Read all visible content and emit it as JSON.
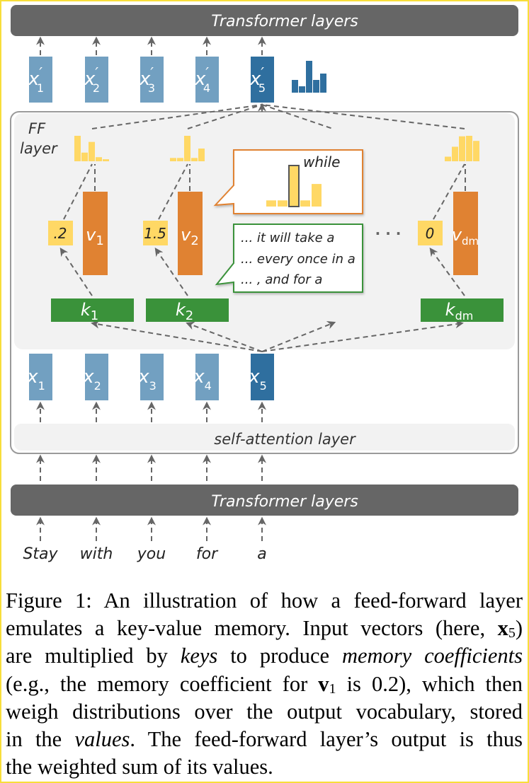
{
  "diagram": {
    "top_block_label": "Transformer layers",
    "bottom_block_label": "Transformer layers",
    "self_attention_label": "self-attention layer",
    "ff_label_line1": "FF",
    "ff_label_line2": "layer",
    "outputs": [
      {
        "base": "x",
        "prime": "′",
        "sub": "1",
        "highlighted": false
      },
      {
        "base": "x",
        "prime": "′",
        "sub": "2",
        "highlighted": false
      },
      {
        "base": "x",
        "prime": "′",
        "sub": "3",
        "highlighted": false
      },
      {
        "base": "x",
        "prime": "′",
        "sub": "4",
        "highlighted": false
      },
      {
        "base": "x",
        "prime": "′",
        "sub": "5",
        "highlighted": true
      }
    ],
    "output_distribution": [
      0.4,
      0.2,
      1.0,
      0.4,
      0.6
    ],
    "inputs": [
      {
        "base": "x",
        "sub": "1",
        "highlighted": false
      },
      {
        "base": "x",
        "sub": "2",
        "highlighted": false
      },
      {
        "base": "x",
        "sub": "3",
        "highlighted": false
      },
      {
        "base": "x",
        "sub": "4",
        "highlighted": false
      },
      {
        "base": "x",
        "sub": "5",
        "highlighted": true
      }
    ],
    "tokens": [
      "Stay",
      "with",
      "you",
      "for",
      "a"
    ],
    "memories": [
      {
        "key": "k",
        "key_sub": "1",
        "value": "v",
        "value_sub": "1",
        "coefficient": ".2",
        "distribution": [
          1.0,
          0.34,
          0.76,
          0.16,
          0.08
        ]
      },
      {
        "key": "k",
        "key_sub": "2",
        "value": "v",
        "value_sub": "2",
        "coefficient": "1.5",
        "distribution": [
          0.13,
          0.13,
          1.0,
          0.13,
          0.5
        ]
      },
      {
        "key": "k",
        "key_sub": "dm",
        "value": "v",
        "value_sub": "dm",
        "coefficient": "0",
        "distribution": [
          0.18,
          0.57,
          0.98,
          1.0,
          0.8
        ]
      }
    ],
    "ellipsis": "· · ·",
    "value_callout": {
      "word": "while",
      "distribution": [
        0.15,
        0.15,
        1.0,
        0.15,
        0.55
      ],
      "highlighted_index": 2
    },
    "key_callout": {
      "lines": [
        "... it will take a",
        "... every once in a",
        "... , and for a"
      ]
    },
    "colors": {
      "transformer_block": "#666666",
      "output_vector": "#72a0c1",
      "highlight_vector": "#2f6f9f",
      "value_vector": "#e08232",
      "key_vector": "#3a923a",
      "coefficient": "#ffd865",
      "distribution": "#ffd865",
      "ff_panel": "#f2f2f2",
      "arrow": "#666666",
      "value_callout_border": "#e08232",
      "key_callout_border": "#3a923a"
    }
  },
  "caption": {
    "lines": [
      [
        {
          "t": "Figure 1:  An illustration of how a feed-forward layer"
        }
      ],
      [
        {
          "t": "emulates a key-value memory. Input vectors (here, "
        },
        {
          "t": "x",
          "b": true
        },
        {
          "t": "5",
          "sub": true
        },
        {
          "t": ")"
        }
      ],
      [
        {
          "t": "are multiplied by "
        },
        {
          "t": "keys",
          "i": true
        },
        {
          "t": " to produce "
        },
        {
          "t": "memory coefficients",
          "i": true
        }
      ],
      [
        {
          "t": "(e.g., the memory coefficient for "
        },
        {
          "t": "v",
          "b": true
        },
        {
          "t": "1",
          "sub": true
        },
        {
          "t": " is 0.2), which then"
        }
      ],
      [
        {
          "t": "weigh distributions over the output vocabulary, stored"
        }
      ],
      [
        {
          "t": "in the "
        },
        {
          "t": "values",
          "i": true
        },
        {
          "t": ".  The feed-forward layer’s output is thus"
        }
      ],
      [
        {
          "t": "the weighted sum of its values."
        }
      ]
    ]
  }
}
